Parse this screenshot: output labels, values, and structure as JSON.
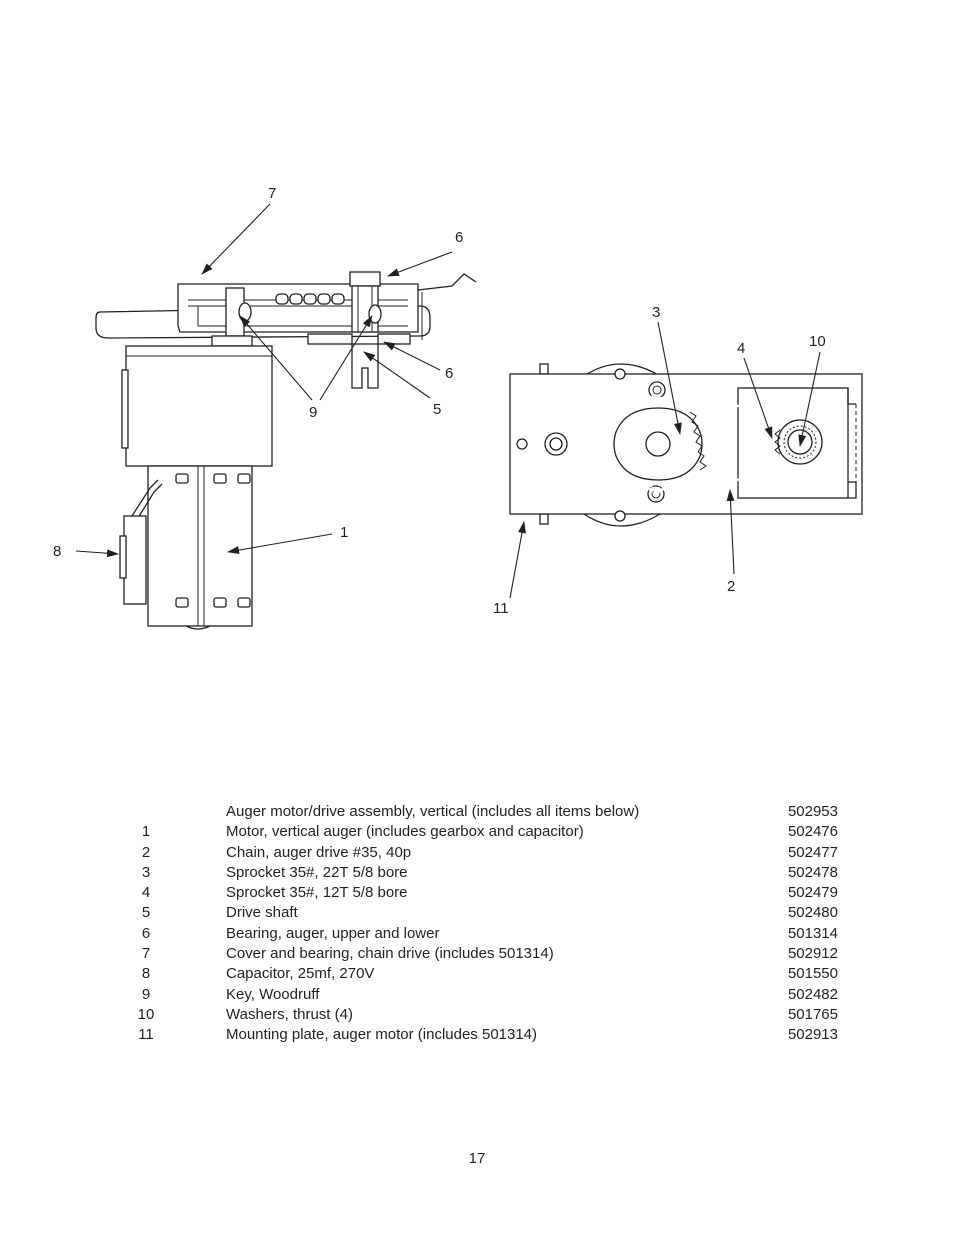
{
  "diagram": {
    "callouts": {
      "c1": "1",
      "c2": "2",
      "c3": "3",
      "c4": "4",
      "c5": "5",
      "c6a": "6",
      "c6b": "6",
      "c7": "7",
      "c8": "8",
      "c9": "9",
      "c10": "10",
      "c11": "11"
    }
  },
  "parts_list": [
    {
      "number": "",
      "description": "Auger motor/drive assembly, vertical (includes all items below)",
      "part_number": "502953"
    },
    {
      "number": "1",
      "description": "Motor, vertical auger (includes gearbox and capacitor)",
      "part_number": "502476"
    },
    {
      "number": "2",
      "description": "Chain, auger drive #35, 40p",
      "part_number": "502477"
    },
    {
      "number": "3",
      "description": "Sprocket 35#, 22T 5/8 bore",
      "part_number": "502478"
    },
    {
      "number": "4",
      "description": "Sprocket 35#, 12T 5/8 bore",
      "part_number": "502479"
    },
    {
      "number": "5",
      "description": "Drive shaft",
      "part_number": "502480"
    },
    {
      "number": "6",
      "description": "Bearing, auger, upper and lower",
      "part_number": "501314"
    },
    {
      "number": "7",
      "description": "Cover and bearing, chain drive (includes 501314)",
      "part_number": "502912"
    },
    {
      "number": "8",
      "description": "Capacitor, 25mf, 270V",
      "part_number": "501550"
    },
    {
      "number": "9",
      "description": "Key, Woodruff",
      "part_number": "502482"
    },
    {
      "number": "10",
      "description": "Washers, thrust (4)",
      "part_number": "501765"
    },
    {
      "number": "11",
      "description": "Mounting plate, auger motor (includes 501314)",
      "part_number": "502913"
    }
  ],
  "page_number": "17"
}
